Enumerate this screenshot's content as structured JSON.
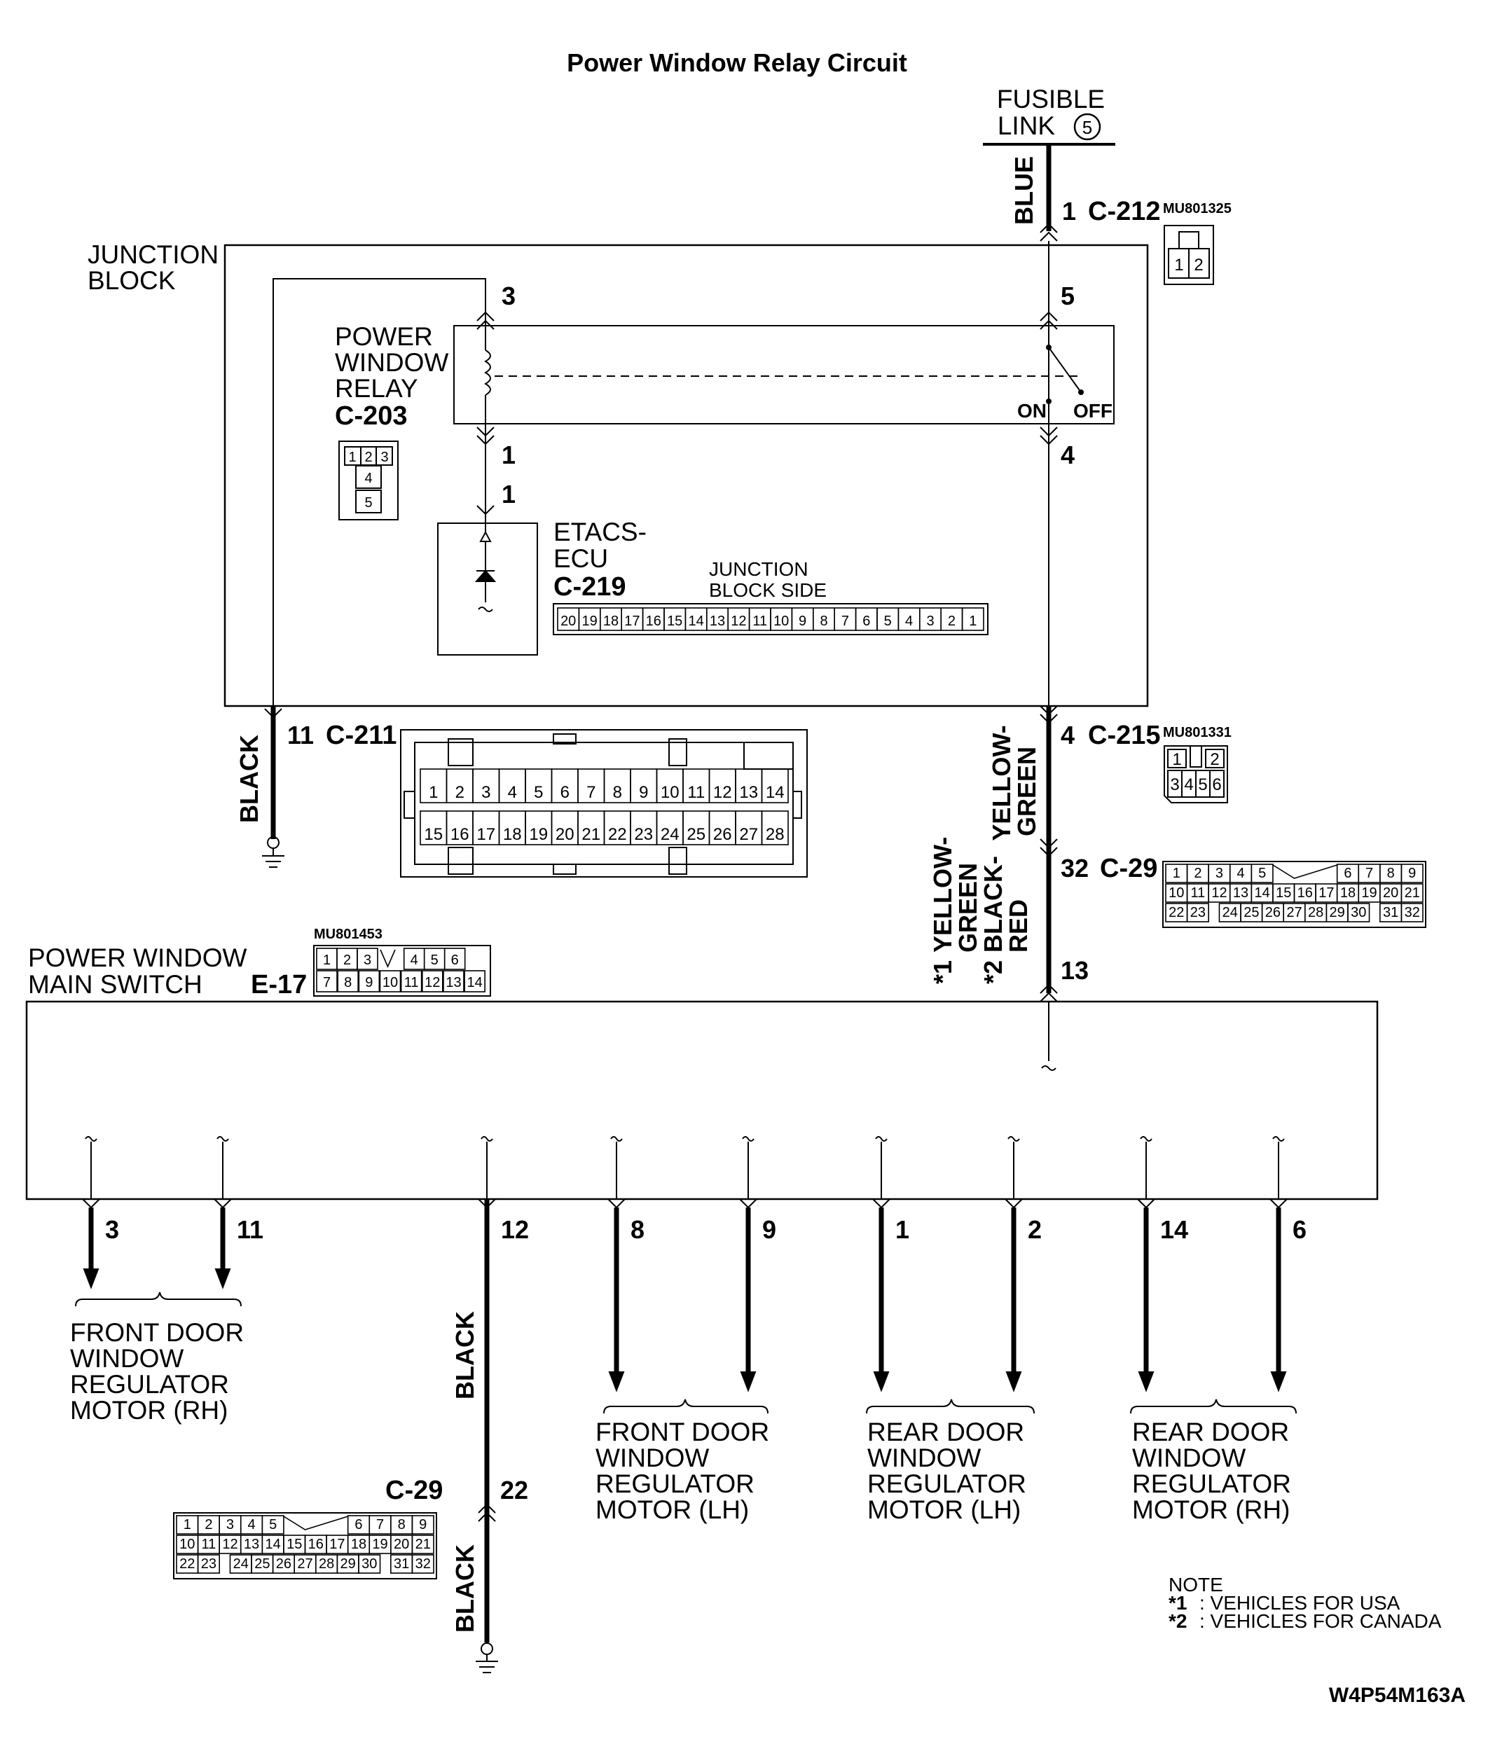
{
  "title": "Power Window Relay Circuit",
  "fusible_link": {
    "line1": "FUSIBLE",
    "line2": "LINK",
    "number": "5"
  },
  "junction_block": {
    "line1": "JUNCTION",
    "line2": "BLOCK"
  },
  "relay": {
    "line1": "POWER",
    "line2": "WINDOW",
    "line3": "RELAY",
    "connector": "C-203",
    "pin_3": "3",
    "pin_5": "5",
    "pin_1": "1",
    "pin_4": "4",
    "on_label": "ON",
    "off_label": "OFF",
    "face_top": [
      "1",
      "2",
      "3"
    ],
    "face_mid": "4",
    "face_bot": "5"
  },
  "etacs": {
    "line1": "ETACS-",
    "line2": "ECU",
    "connector": "C-219",
    "pin": "1",
    "side_line1": "JUNCTION",
    "side_line2": "BLOCK SIDE",
    "face": [
      "20",
      "19",
      "18",
      "17",
      "16",
      "15",
      "14",
      "13",
      "12",
      "11",
      "10",
      "9",
      "8",
      "7",
      "6",
      "5",
      "4",
      "3",
      "2",
      "1"
    ]
  },
  "c212": {
    "pin": "1",
    "connector": "C-212",
    "part_no": "MU801325",
    "wire": "BLUE",
    "face": [
      "1",
      "2"
    ]
  },
  "c211": {
    "pin": "11",
    "connector": "C-211",
    "wire": "BLACK",
    "row1": [
      "1",
      "2",
      "3",
      "4",
      "5",
      "6",
      "7",
      "8",
      "9",
      "10",
      "11",
      "12",
      "13",
      "14"
    ],
    "row2": [
      "15",
      "16",
      "17",
      "18",
      "19",
      "20",
      "21",
      "22",
      "23",
      "24",
      "25",
      "26",
      "27",
      "28"
    ]
  },
  "c215": {
    "pin": "4",
    "connector": "C-215",
    "part_no": "MU801331",
    "wire_line1": "YELLOW-",
    "wire_line2": "GREEN",
    "top": [
      "1",
      "2"
    ],
    "bottom": [
      "3",
      "4",
      "5",
      "6"
    ]
  },
  "c29_upper": {
    "pin": "32",
    "connector": "C-29",
    "row1": [
      "1",
      "2",
      "3",
      "4",
      "5",
      "",
      "6",
      "7",
      "8",
      "9"
    ],
    "row2": [
      "10",
      "11",
      "12",
      "13",
      "14",
      "15",
      "16",
      "17",
      "18",
      "19",
      "20",
      "21"
    ],
    "row3": [
      "22",
      "23",
      "",
      "24",
      "25",
      "26",
      "27",
      "28",
      "29",
      "30",
      "",
      "31",
      "32"
    ]
  },
  "main_switch": {
    "line1": "POWER WINDOW",
    "line2": "MAIN SWITCH",
    "connector": "E-17",
    "part_no": "MU801453",
    "row1": [
      "1",
      "2",
      "3",
      "",
      "4",
      "5",
      "6"
    ],
    "row2": [
      "7",
      "8",
      "9",
      "10",
      "11",
      "12",
      "13",
      "14"
    ],
    "pin_in": "13",
    "wire_a_star": "*1",
    "wire_a_line1": "YELLOW-",
    "wire_a_line2": "GREEN",
    "wire_b_star": "*2",
    "wire_b_line1": "BLACK-",
    "wire_b_line2": "RED",
    "output_pins": [
      "3",
      "11",
      "12",
      "8",
      "9",
      "1",
      "2",
      "14",
      "6"
    ]
  },
  "ground_wire": {
    "upper": "BLACK",
    "lower": "BLACK",
    "pin": "22"
  },
  "c29_lower": {
    "connector": "C-29",
    "row1": [
      "1",
      "2",
      "3",
      "4",
      "5",
      "",
      "6",
      "7",
      "8",
      "9"
    ],
    "row2": [
      "10",
      "11",
      "12",
      "13",
      "14",
      "15",
      "16",
      "17",
      "18",
      "19",
      "20",
      "21"
    ],
    "row3": [
      "22",
      "23",
      "",
      "24",
      "25",
      "26",
      "27",
      "28",
      "29",
      "30",
      "",
      "31",
      "32"
    ]
  },
  "motors": {
    "front_rh": [
      "FRONT DOOR",
      "WINDOW",
      "REGULATOR",
      "MOTOR (RH)"
    ],
    "front_lh": [
      "FRONT DOOR",
      "WINDOW",
      "REGULATOR",
      "MOTOR (LH)"
    ],
    "rear_lh": [
      "REAR DOOR",
      "WINDOW",
      "REGULATOR",
      "MOTOR (LH)"
    ],
    "rear_rh": [
      "REAR DOOR",
      "WINDOW",
      "REGULATOR",
      "MOTOR (RH)"
    ]
  },
  "note": {
    "title": "NOTE",
    "star1": "*1",
    "line1": " : VEHICLES FOR USA",
    "star2": "*2",
    "line2": " : VEHICLES FOR CANADA"
  },
  "reference": "W4P54M163A"
}
